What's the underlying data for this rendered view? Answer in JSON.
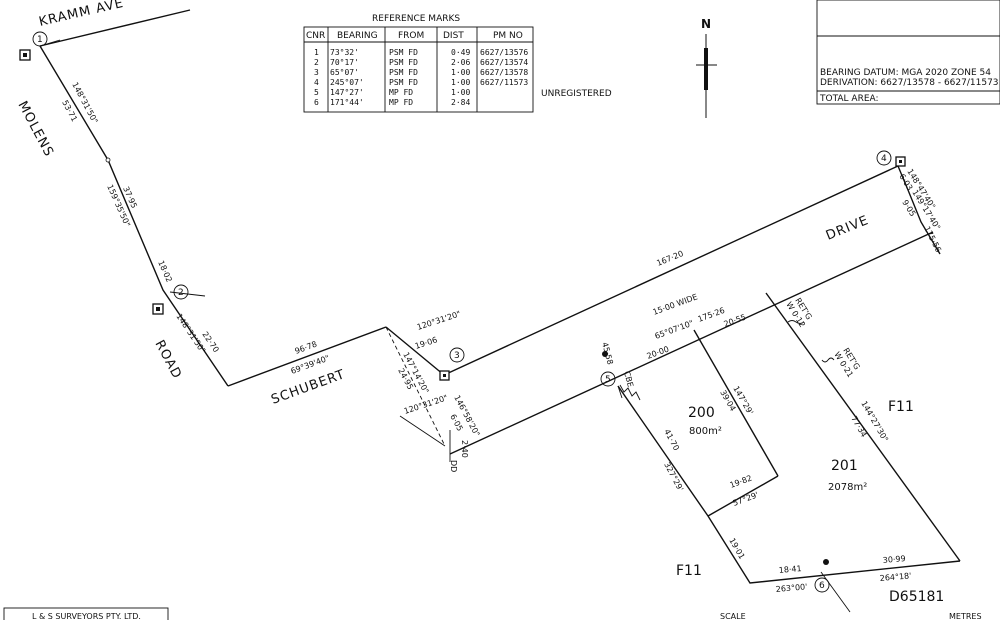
{
  "roads": {
    "kramm": "KRAMM AVE",
    "molens": "MOLENS",
    "road": "ROAD",
    "schubert": "SCHUBERT",
    "drive": "DRIVE",
    "width": "15·00 WIDE"
  },
  "reference_marks": {
    "title": "REFERENCE MARKS",
    "headers": [
      "CNR",
      "BEARING",
      "FROM",
      "DIST",
      "PM NO"
    ],
    "rows": [
      [
        "1",
        "73°32'",
        "PSM FD",
        "0·49",
        "6627/13576"
      ],
      [
        "2",
        "70°17'",
        "PSM FD",
        "2·06",
        "6627/13574"
      ],
      [
        "3",
        "65°07'",
        "PSM FD",
        "1·00",
        "6627/13578"
      ],
      [
        "4",
        "245°07'",
        "PSM FD",
        "1·00",
        "6627/11573"
      ],
      [
        "5",
        "147°27'",
        "MP FD",
        "1·00",
        ""
      ],
      [
        "6",
        "171°44'",
        "MP FD",
        "2·84",
        ""
      ]
    ],
    "note": "UNREGISTERED"
  },
  "north": "N",
  "info": {
    "datum": "BEARING DATUM: MGA 2020   ZONE 54",
    "derivation": "DERIVATION: 6627/13578 - 6627/11573",
    "area": "TOTAL AREA:"
  },
  "corners": [
    "1",
    "2",
    "3",
    "4",
    "5",
    "6"
  ],
  "lots": {
    "lot200": {
      "number": "200",
      "area": "800m²"
    },
    "lot201": {
      "number": "201",
      "area": "2078m²"
    },
    "f11a": "F11",
    "f11b": "F11",
    "plan": "D65181"
  },
  "dims": {
    "b1": "148°31'50\"",
    "d1": "53·71",
    "b2": "159°35'50\"",
    "d2": "37·95",
    "d3": "18·02",
    "b4": "148°31'50\"",
    "d4": "22·70",
    "d5": "96·78",
    "b5": "69°39'40\"",
    "b6": "120°31'20\"",
    "d6": "19·06",
    "b7": "147°14'20\"",
    "d7": "24·95",
    "b8": "120°31'20\"",
    "b9": "146°58'20\"",
    "d9": "6·05",
    "d10": "2·40",
    "d11": "167·20",
    "b12": "148°47'40\"",
    "d12": "6·03",
    "b13": "149°17'40\"",
    "d13": "9·05",
    "d14": "175·56",
    "b15": "65°07'10\"",
    "d15": "175·26",
    "d16": "20·55",
    "d17": "20·00",
    "d18": "45·58",
    "cbe": "CBE",
    "retg1": "RET'G",
    "retg1w": "W 0·12",
    "retg2": "RET'G",
    "retg2w": "W 0·21",
    "b19": "147°29'",
    "d19": "39·04",
    "d20": "41·70",
    "b20": "327°29'",
    "d21": "19·82",
    "b21": "57°29'",
    "d22": "19·01",
    "d23": "18·41",
    "b23": "263°00'",
    "d24": "30·99",
    "b24": "264°18'",
    "b25": "144°27'30\"",
    "d25": "77·34",
    "dd": "DD"
  },
  "footer": {
    "company": "L & S SURVEYORS PTY. LTD.",
    "scale": "SCALE",
    "metres": "METRES"
  }
}
